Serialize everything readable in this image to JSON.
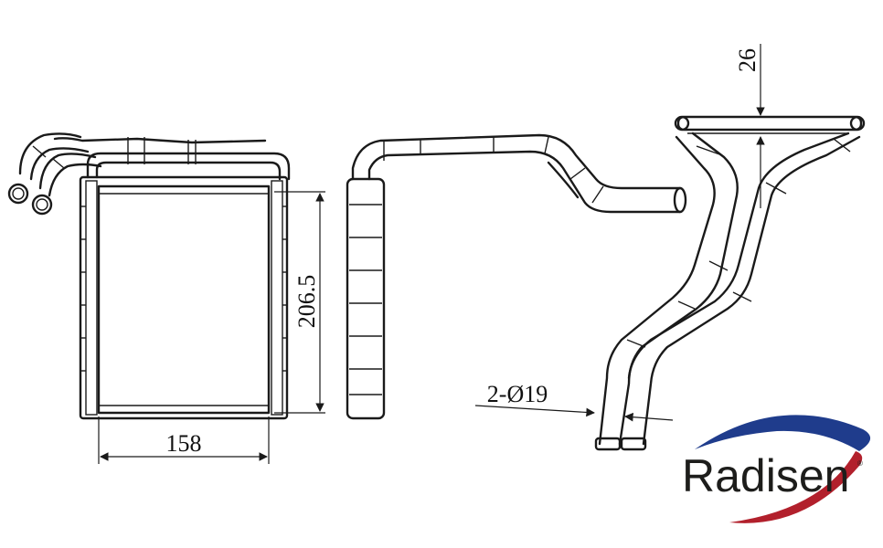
{
  "dimensions": {
    "height_label": "206.5",
    "width_label": "158",
    "tube_label": "2-Ø19",
    "flange_label": "26"
  },
  "logo": {
    "brand": "Radisen",
    "trademark": "®",
    "swoosh_color_top": "#1f3c8c",
    "swoosh_color_bottom": "#b2202c"
  }
}
